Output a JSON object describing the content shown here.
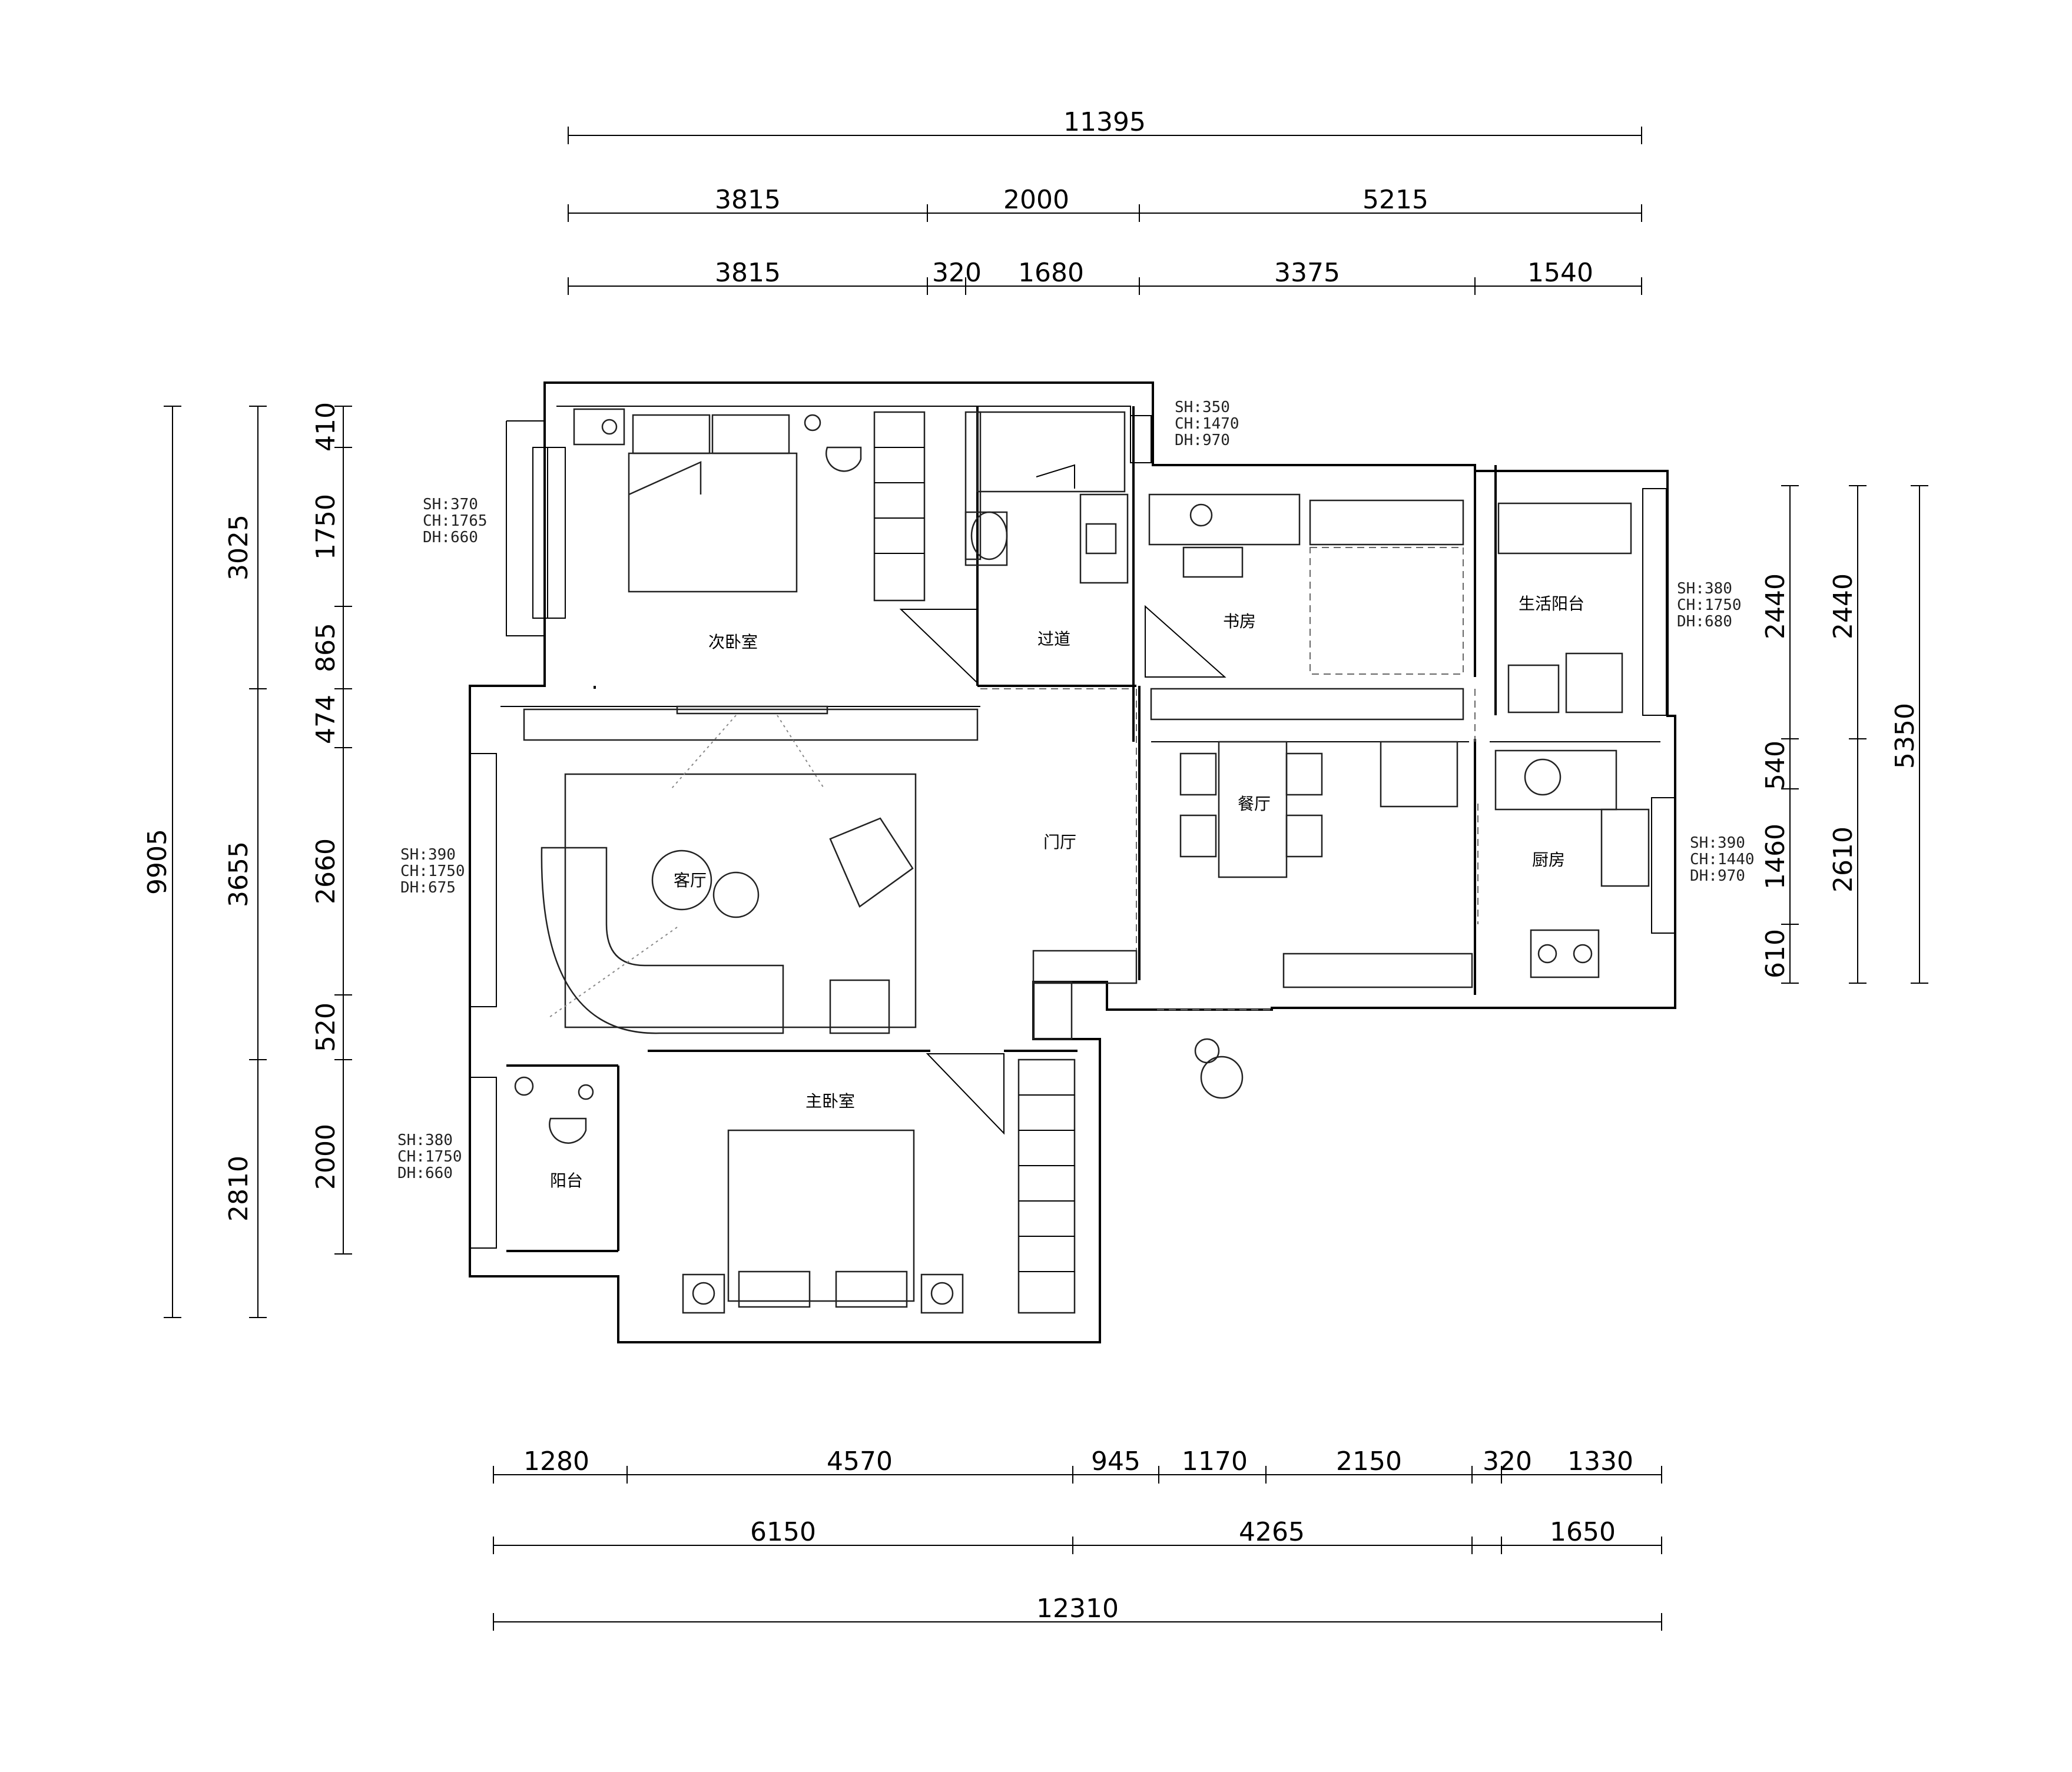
{
  "dims_top": {
    "overall": "11395",
    "row2": [
      "3815",
      "2000",
      "5215"
    ],
    "row3": [
      "3815",
      "320",
      "1680",
      "3375",
      "1540"
    ]
  },
  "dims_bottom": {
    "row1": [
      "1280",
      "4570",
      "945",
      "1170",
      "2150",
      "320",
      "1330"
    ],
    "row2": [
      "6150",
      "4265",
      "1650"
    ],
    "overall": "12310"
  },
  "dims_left": {
    "overall": "9905",
    "col2": [
      "3025",
      "3655",
      "2810"
    ],
    "col3": [
      "410",
      "1750",
      "865",
      "474",
      "2660",
      "520",
      "2000"
    ]
  },
  "dims_right": {
    "col1": [
      "2440",
      "540",
      "1460",
      "610"
    ],
    "col2": [
      "2440",
      "2610"
    ],
    "overall": "5350"
  },
  "rooms": {
    "second_bedroom": "次卧室",
    "corridor": "过道",
    "study": "书房",
    "utility_balcony": "生活阳台",
    "living_room": "客厅",
    "foyer": "门厅",
    "dining_room": "餐厅",
    "kitchen": "厨房",
    "master_bedroom": "主卧室",
    "balcony": "阳台"
  },
  "window_specs": {
    "top_bath": [
      "SH:350",
      "CH:1470",
      "DH:970"
    ],
    "second_bedroom": [
      "SH:370",
      "CH:1765",
      "DH:660"
    ],
    "utility_balcony": [
      "SH:380",
      "CH:1750",
      "DH:680"
    ],
    "living_room": [
      "SH:390",
      "CH:1750",
      "DH:675"
    ],
    "kitchen": [
      "SH:390",
      "CH:1440",
      "DH:970"
    ],
    "balcony": [
      "SH:380",
      "CH:1750",
      "DH:660"
    ]
  }
}
